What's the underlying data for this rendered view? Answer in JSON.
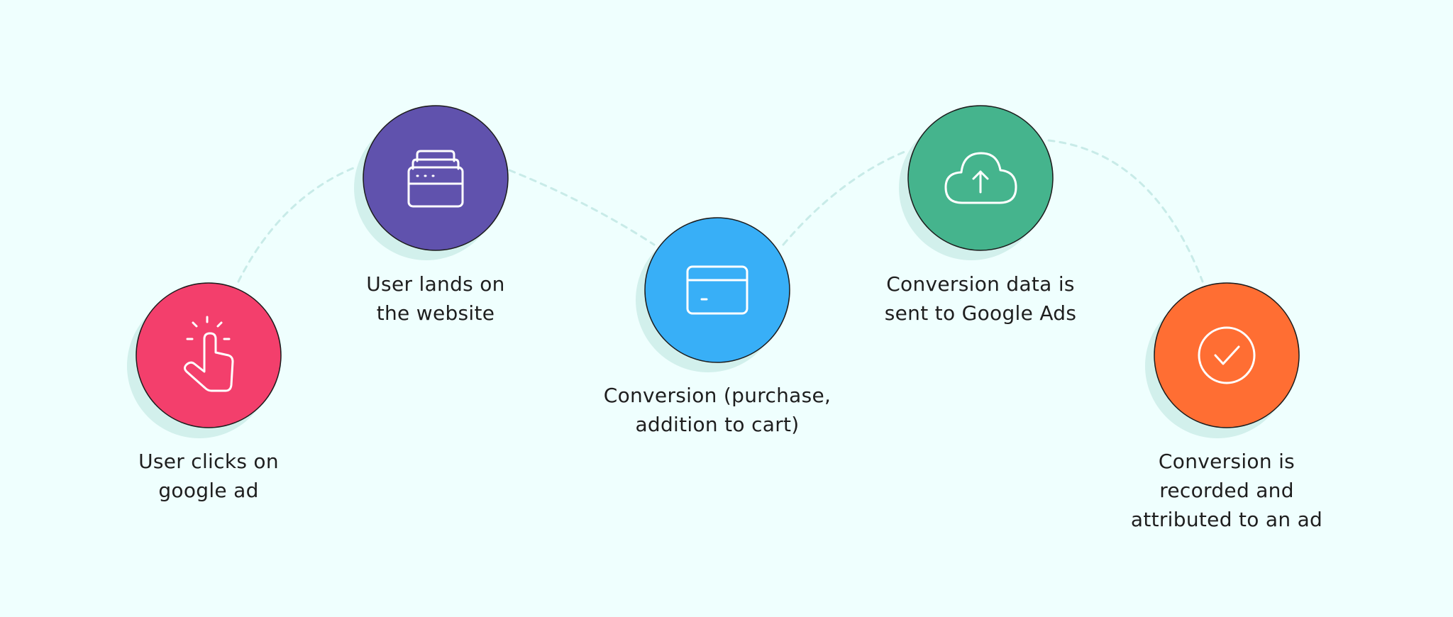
{
  "colors": {
    "background": "#effffe",
    "connector": "#c8ebe8",
    "shadow": "#d2f0ec",
    "text": "#1e1e1e"
  },
  "steps": [
    {
      "id": "click-ad",
      "color": "#f33f6c",
      "icon": "tap-finger-icon",
      "label_lines": [
        "User clicks on",
        "google ad"
      ]
    },
    {
      "id": "land-website",
      "color": "#6052ad",
      "icon": "browser-stack-icon",
      "label_lines": [
        "User lands on",
        "the website"
      ]
    },
    {
      "id": "conversion",
      "color": "#38aff7",
      "icon": "credit-card-icon",
      "label_lines": [
        "Conversion (purchase,",
        "addition to cart)"
      ]
    },
    {
      "id": "data-sent",
      "color": "#45b48d",
      "icon": "cloud-upload-icon",
      "label_lines": [
        "Conversion data is",
        "sent to Google Ads"
      ]
    },
    {
      "id": "recorded",
      "color": "#ff6e33",
      "icon": "check-circle-icon",
      "label_lines": [
        "Conversion is",
        "recorded and",
        "attributed to an ad"
      ]
    }
  ]
}
